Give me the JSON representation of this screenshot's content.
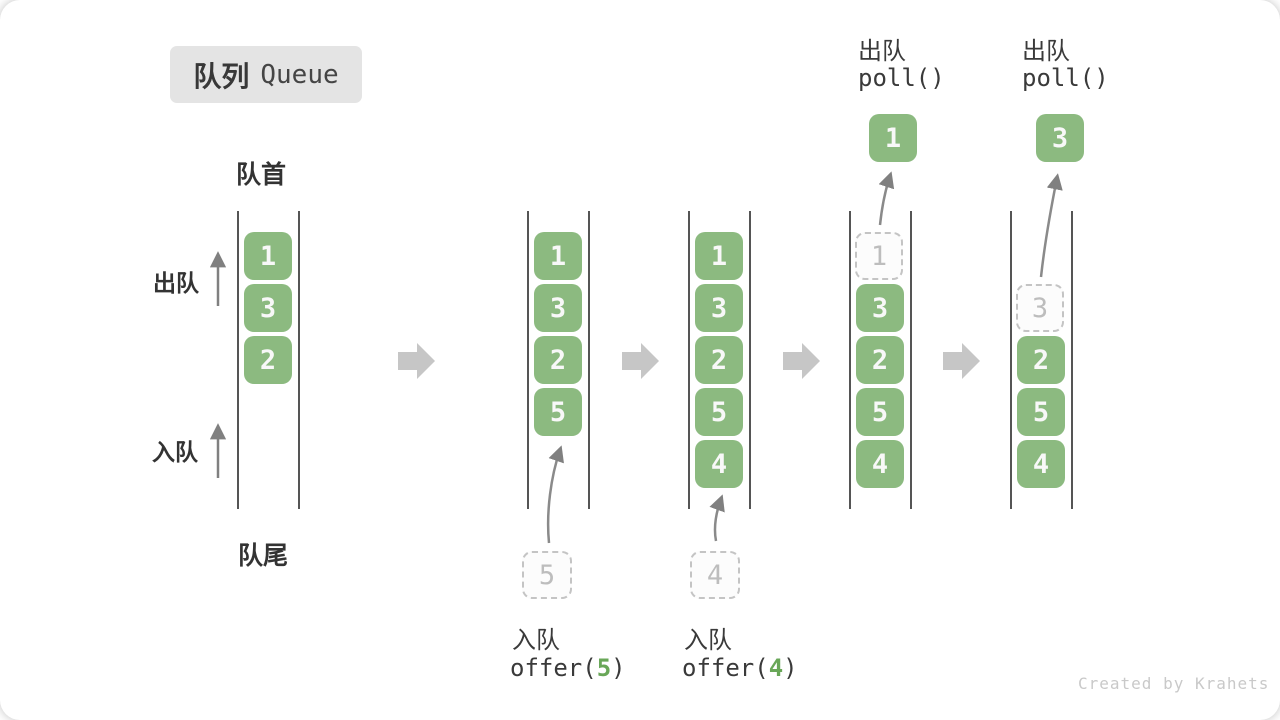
{
  "title": {
    "zh": "队列",
    "en": "Queue"
  },
  "labels": {
    "front": "队首",
    "rear": "队尾",
    "dequeue": "出队",
    "enqueue": "入队"
  },
  "states": [
    {
      "name": "initial",
      "slots": [
        "1",
        "3",
        "2"
      ]
    },
    {
      "name": "after-offer-5",
      "slots": [
        "1",
        "3",
        "2",
        "5"
      ],
      "incoming": "5"
    },
    {
      "name": "after-offer-4",
      "slots": [
        "1",
        "3",
        "2",
        "5",
        "4"
      ],
      "incoming": "4"
    },
    {
      "name": "after-poll-1",
      "removed": "1",
      "slots": [
        "3",
        "2",
        "5",
        "4"
      ],
      "polled": "1"
    },
    {
      "name": "after-poll-3",
      "removed": "3",
      "slots": [
        "2",
        "5",
        "4"
      ],
      "polled": "3"
    }
  ],
  "operations": {
    "offer5": {
      "label": "入队",
      "code_open": "offer(",
      "arg": "5",
      "code_close": ")"
    },
    "offer4": {
      "label": "入队",
      "code_open": "offer(",
      "arg": "4",
      "code_close": ")"
    },
    "poll1": {
      "label": "出队",
      "code": "poll()"
    },
    "poll3": {
      "label": "出队",
      "code": "poll()"
    }
  },
  "footer": {
    "credit": "Created by Krahets"
  },
  "colors": {
    "box_green": "#8cba80",
    "code_green": "#69a758",
    "rail": "#555555",
    "block_arrow": "#c6c6c6",
    "thin_arrow": "#808080",
    "dashed_border": "#c4c4c4",
    "title_bg": "#e4e4e4"
  }
}
